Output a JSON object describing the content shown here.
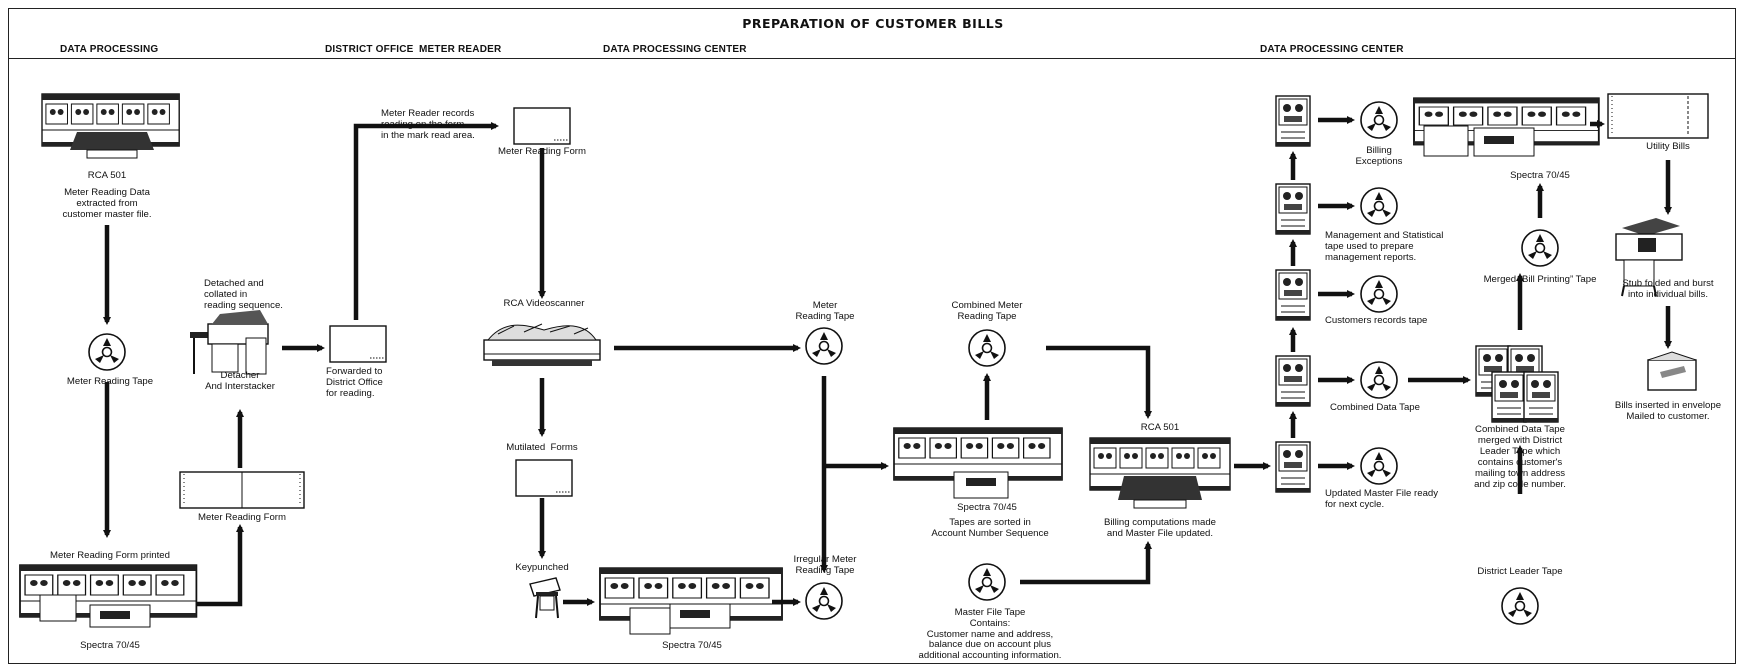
{
  "title": "PREPARATION OF CUSTOMER BILLS",
  "sections": {
    "data_processing": "DATA PROCESSING",
    "district_office": "DISTRICT OFFICE",
    "meter_reader": "METER READER",
    "dp_center_1": "DATA PROCESSING CENTER",
    "dp_center_2": "DATA PROCESSING CENTER"
  },
  "labels": {
    "rca501_top": "RCA 501",
    "meter_data_extracted": "Meter Reading Data\nextracted from\ncustomer master file.",
    "meter_reading_tape_1": "Meter Reading Tape",
    "form_printed": "Meter Reading Form printed",
    "spectra_1": "Spectra 70/45",
    "meter_reading_form_1": "Meter Reading Form",
    "detached_collated": "Detached and\ncollated in\nreading sequence.",
    "detacher": "Detacher\nAnd Interstacker",
    "forwarded": "Forwarded to\nDistrict Office\nfor reading.",
    "meter_reader_records": "Meter Reader records\nreading on the form\nin the mark read area.",
    "meter_reading_form_2": "Meter Reading Form",
    "videoscanner": "RCA Videoscanner",
    "mutilated_forms": "Mutilated  Forms",
    "keypunched": "Keypunched",
    "spectra_2": "Spectra 70/45",
    "meter_reading_tape_2": "Meter\nReading Tape",
    "irregular_tape": "Irregular Meter\nReading Tape",
    "combined_meter_tape": "Combined Meter\nReading Tape",
    "spectra_3": "Spectra 70/45",
    "tapes_sorted": "Tapes are sorted in\nAccount Number Sequence",
    "master_file_tape": "Master File Tape",
    "master_contains": "Contains:\nCustomer name and address,\nbalance due on account plus\nadditional accounting information.",
    "rca501_mid": "RCA 501",
    "billing_computations": "Billing computations made\nand Master File updated.",
    "billing_exceptions": "Billing\nExceptions",
    "mgmt_stat": "Management and Statistical\ntape used to prepare\nmanagement reports.",
    "customers_records": "Customers records tape",
    "combined_data_tape": "Combined Data Tape",
    "updated_master": "Updated Master File ready\nfor next cycle.",
    "spectra_4": "Spectra 70/45",
    "merged_bill_tape": "Merged “Bill Printing” Tape",
    "combined_merged": "Combined Data Tape\nmerged with District\nLeader Tape which\ncontains customer's\nmailing town address\nand zip code number.",
    "district_leader": "District Leader Tape",
    "utility_bills": "Utility Bills",
    "stub_folded": "Stub folded and burst\ninto individual bills.",
    "bills_inserted": "Bills inserted in envelope\nMailed to customer."
  },
  "icons": [
    "mainframe-icon",
    "tape-reel-icon",
    "tape-drive-icon",
    "form-icon",
    "detacher-icon",
    "scanner-icon",
    "keypunch-icon",
    "envelope-icon",
    "folder-machine-icon"
  ]
}
